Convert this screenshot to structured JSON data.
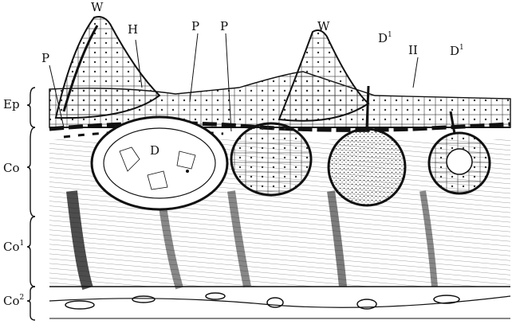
{
  "figure": {
    "labels": {
      "W_left": "W",
      "H_top": "H",
      "P_top_1": "P",
      "P_top_2": "P",
      "W_right": "W",
      "D1_left": "D",
      "D1_left_sup": "1",
      "II_top": "II",
      "D1_right": "D",
      "D1_right_sup": "1",
      "P_left": "P",
      "D_center": "D",
      "Ep": "Ep",
      "Co": "Co",
      "Co1": "Co",
      "Co1_sup": "1",
      "Co2": "Co",
      "Co2_sup": "2"
    },
    "colors": {
      "ink": "#111111",
      "paper": "#ffffff",
      "shade": "#2a2a2a"
    }
  }
}
